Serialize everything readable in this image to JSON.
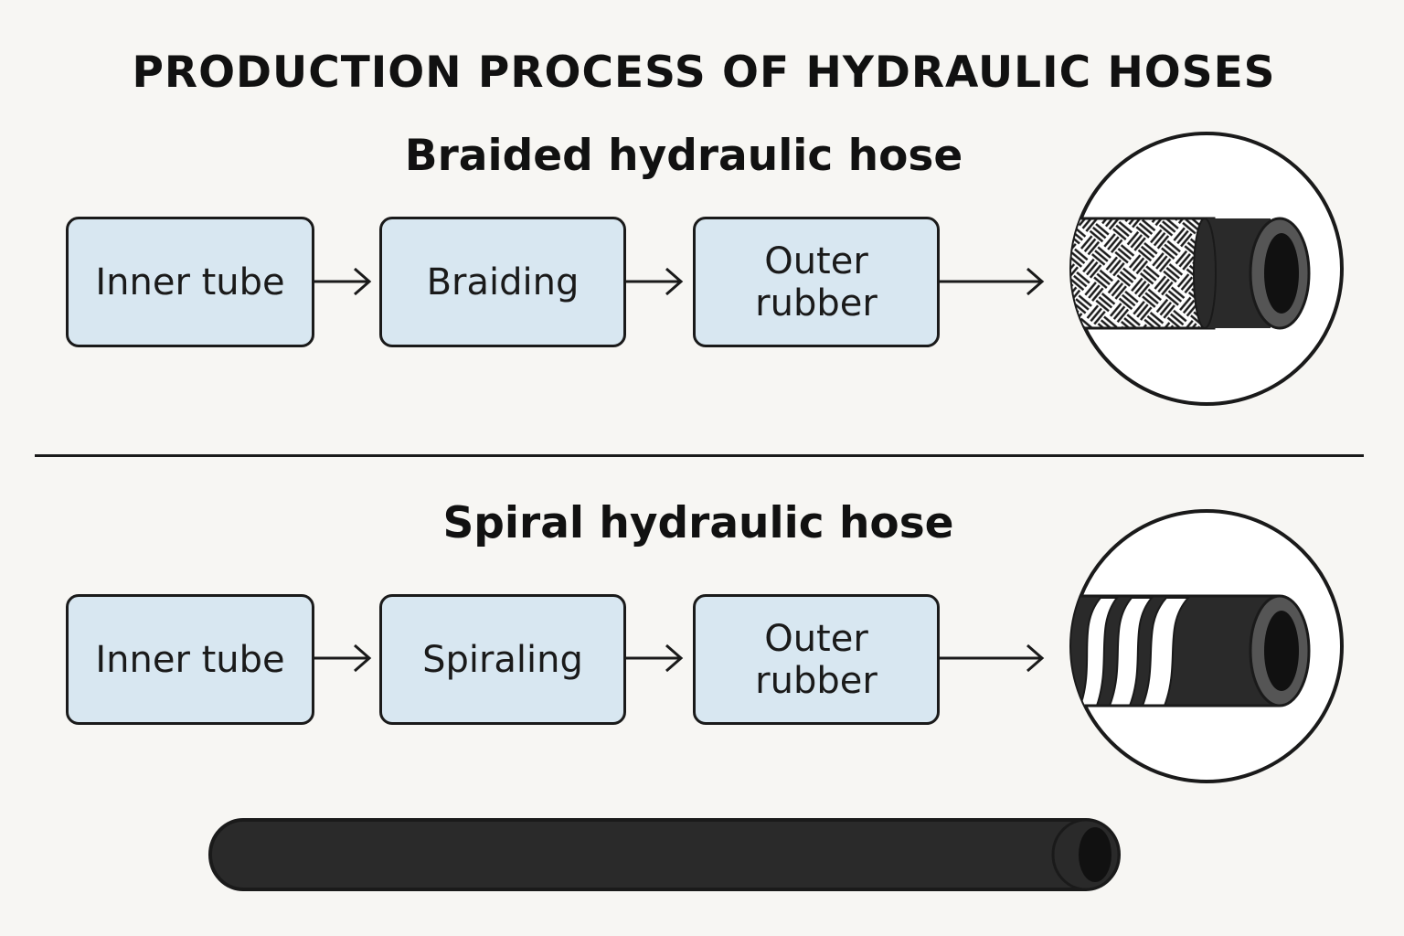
{
  "title": "PRODUCTION PROCESS OF HYDRAULIC HOSES",
  "sections": [
    {
      "title": "Braided hydraulic hose",
      "steps": [
        "Inner tube",
        "Braiding",
        "Outer\nrubber"
      ],
      "illustration": "braided-hose-icon"
    },
    {
      "title": "Spiral hydraulic hose",
      "steps": [
        "Inner tube",
        "Spiraling",
        "Outer\nrubber"
      ],
      "illustration": "spiral-hose-icon"
    }
  ],
  "colors": {
    "box_fill": "#d8e7f1",
    "outline": "#1a1a1a",
    "hose": "#2a2a2a",
    "background": "#f7f6f3"
  },
  "final_product": "finished-hose-icon"
}
